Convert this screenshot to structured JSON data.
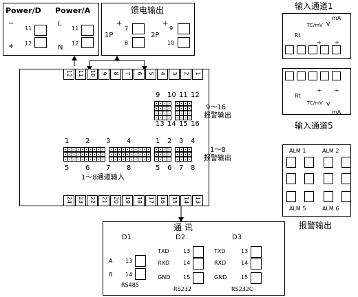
{
  "power": {
    "dc_title": "Power/D",
    "ac_title": "Power/A",
    "dc_minus": "−",
    "dc_plus": "+",
    "ac_l": "L",
    "ac_n": "N",
    "terminal_11": "11",
    "terminal_12": "12"
  },
  "feed": {
    "title": "馈电输出",
    "p1": "1P",
    "p2": "2P",
    "plus": "+",
    "minus": "−",
    "t7": "7",
    "t8": "8",
    "t9": "9",
    "t10": "10"
  },
  "top_terminals": [
    "12",
    "11",
    "10",
    "9",
    "8",
    "7",
    "6",
    "5",
    "4",
    "3",
    "2",
    "1"
  ],
  "bottom_terminals": [
    "24",
    "23",
    "22",
    "21",
    "20",
    "19",
    "18",
    "17",
    "16",
    "15",
    "14",
    "13"
  ],
  "alarm_9_16": {
    "top_labels": [
      "9",
      "10",
      "11",
      "12"
    ],
    "bottom_labels": [
      "13",
      "14",
      "15",
      "16"
    ],
    "caption_line1": "9～16",
    "caption_line2": "报警输出"
  },
  "alarm_1_8": {
    "top_labels": [
      "1",
      "2",
      "3",
      "4"
    ],
    "bottom_labels": [
      "5",
      "6",
      "7",
      "8"
    ],
    "caption_line1": "1～8",
    "caption_line2": "报警输出"
  },
  "inputs_1_8": {
    "top_labels": [
      "1",
      "2",
      "3",
      "4"
    ],
    "bottom_labels": [
      "5",
      "6",
      "7",
      "8"
    ],
    "caption": "1～8通道输入"
  },
  "comm": {
    "title": "通    讯",
    "d1": {
      "header": "D1",
      "labels": [
        "A",
        "B"
      ],
      "terminals": [
        "13",
        "14"
      ],
      "name": "RS485"
    },
    "d2": {
      "header": "D2",
      "labels": [
        "TXD",
        "RXD",
        "GND"
      ],
      "terminals": [
        "13",
        "14",
        "15"
      ],
      "name": "RS232"
    },
    "d3": {
      "header": "D3",
      "labels": [
        "TXD",
        "RXD",
        "GND"
      ],
      "terminals": [
        "13",
        "14",
        "15"
      ],
      "name": "RS232C"
    }
  },
  "input_ch1": {
    "caption": "输入通道1",
    "rt": "Rt",
    "tc": "TC/mV",
    "v": "V",
    "ma": "mA",
    "plus": "+"
  },
  "input_ch5": {
    "caption": "输入通道5",
    "rt": "Rt",
    "tc": "TC/mV",
    "v": "V",
    "ma": "mA",
    "plus": "+"
  },
  "alarm_out": {
    "alm1": "ALM 1",
    "alm2": "ALM 2",
    "alm5": "ALM 5",
    "alm6": "ALM 6",
    "caption": "报警输出"
  }
}
